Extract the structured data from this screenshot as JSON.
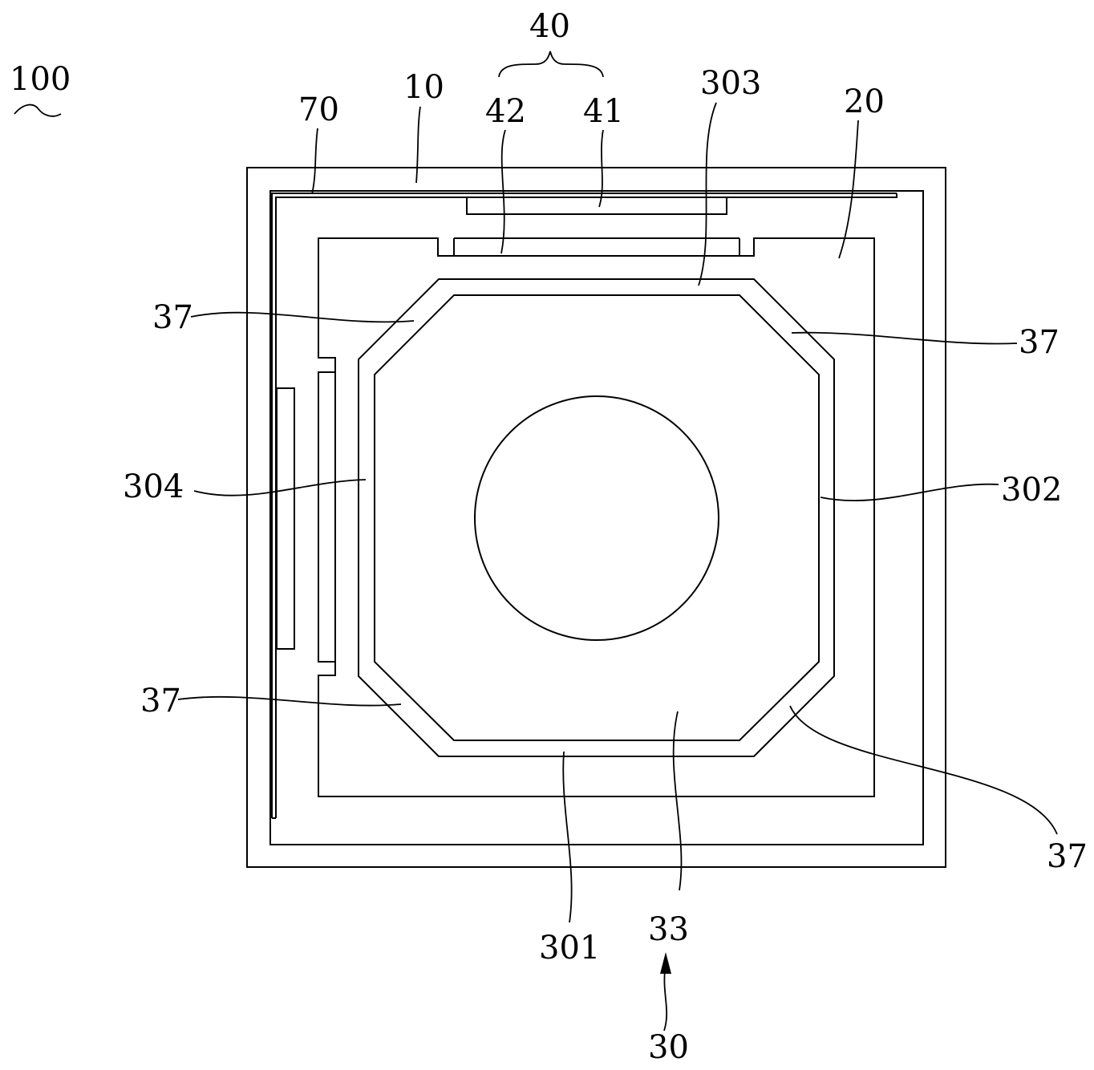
{
  "figure": {
    "colors": {
      "line": "#000000",
      "background": "#ffffff"
    },
    "labels": {
      "assembly": "100",
      "frame": "10",
      "holder": "20",
      "carrier": "30",
      "carrier_body": "33",
      "corner_gap": "37",
      "drive_group": "40",
      "drive_part_a": "41",
      "drive_part_b": "42",
      "connector": "70",
      "side_bottom": "301",
      "side_right": "302",
      "side_top": "303",
      "side_left": "304"
    }
  }
}
